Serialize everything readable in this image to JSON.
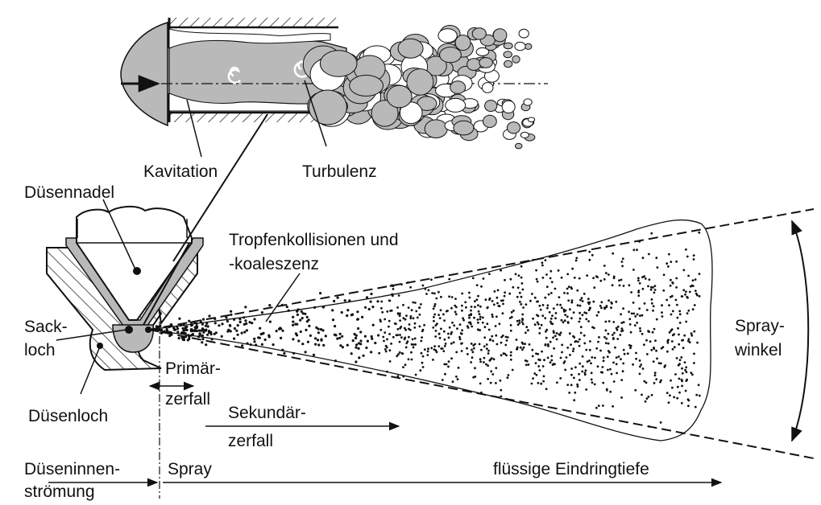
{
  "colors": {
    "ink": "#111111",
    "fluid": "#b9b9b9",
    "background": "#ffffff"
  },
  "labels": {
    "kavitation": "Kavitation",
    "turbulenz": "Turbulenz",
    "duesennadel": "Düsennadel",
    "tropfen_line1": "Tropfenkollisionen und",
    "tropfen_line2": "-koaleszenz",
    "sackloch_line1": "Sack-",
    "sackloch_line2": "loch",
    "primaer_line1": "Primär-",
    "primaer_line2": "zerfall",
    "duesenloch": "Düsenloch",
    "sekundaer_line1": "Sekundär-",
    "sekundaer_line2": "zerfall",
    "spraywinkel_line1": "Spray-",
    "spraywinkel_line2": "winkel",
    "innen_line1": "Düseninnen-",
    "innen_line2": "strömung",
    "spray": "Spray",
    "eindringtiefe": "flüssige Eindringtiefe"
  }
}
